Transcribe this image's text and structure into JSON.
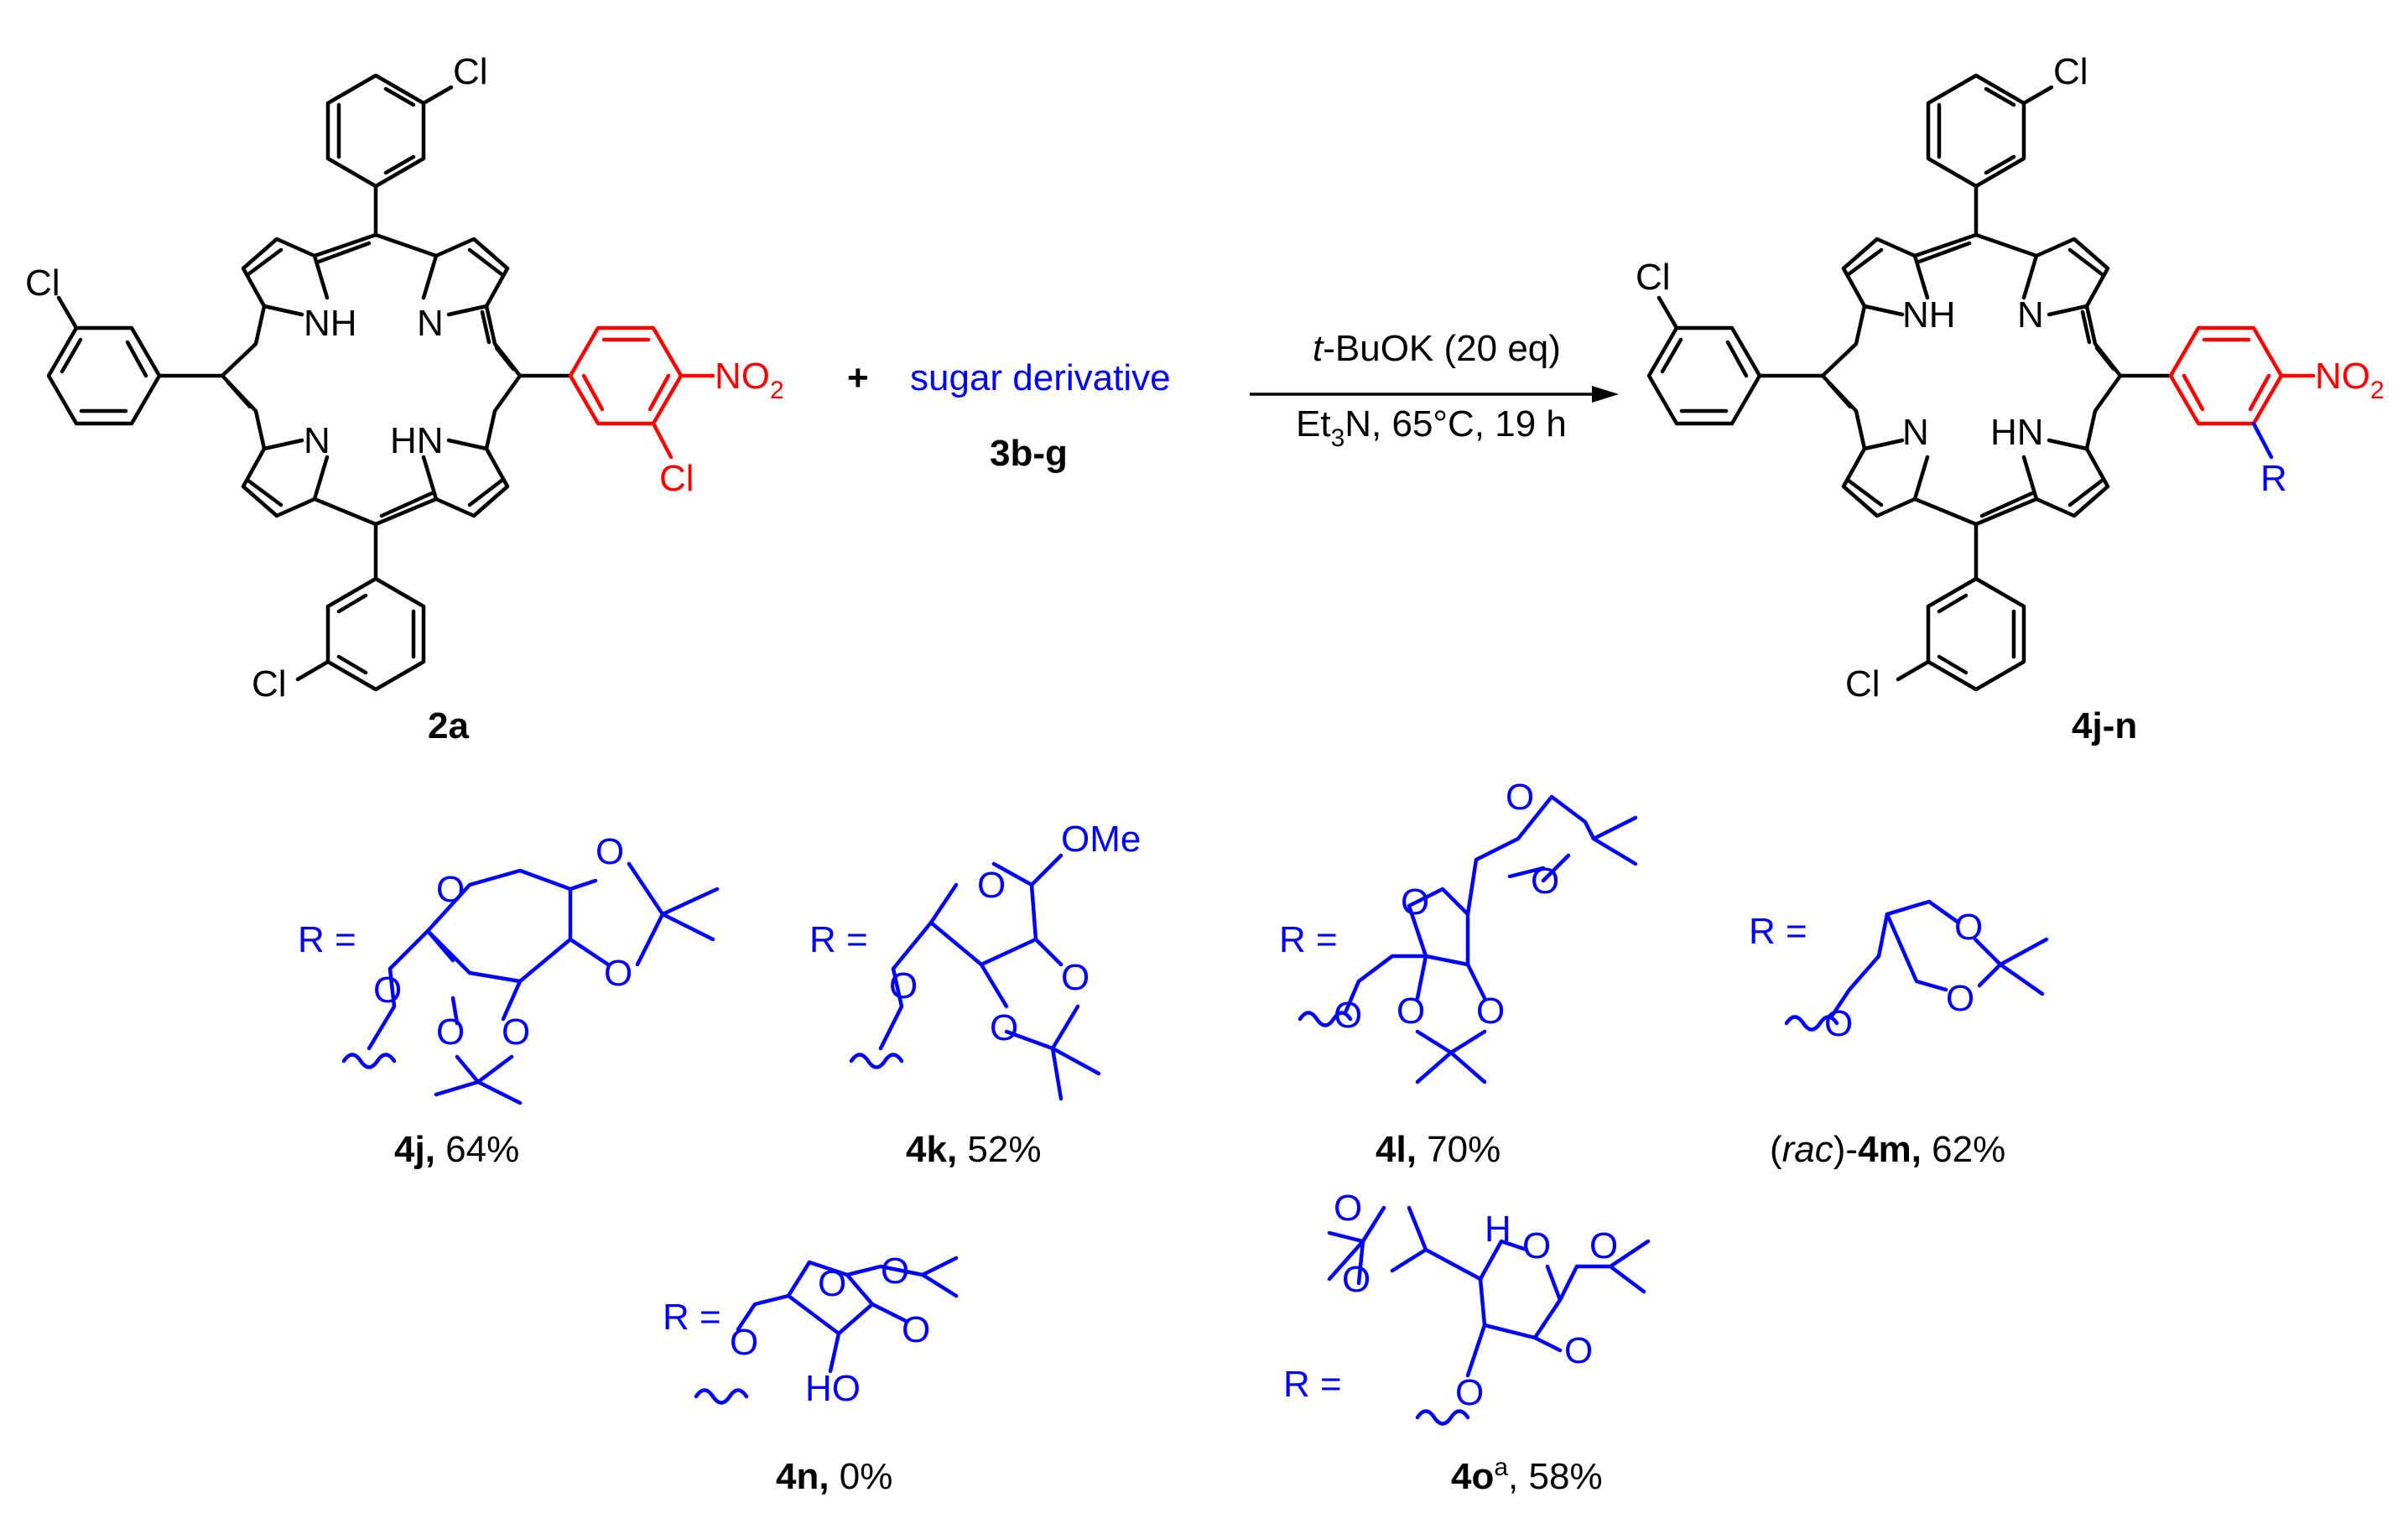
{
  "colors": {
    "black": "#000000",
    "red": "#ff0000",
    "blue": "#0000ff"
  },
  "reactant": {
    "label": "2a",
    "cl": "Cl",
    "nh": "NH",
    "n": "N",
    "hn": "HN",
    "no2_main": "NO",
    "no2_sub": "2"
  },
  "plus": "+",
  "reagent": {
    "name": "sugar derivative",
    "label": "3b-g"
  },
  "conditions": {
    "line1_italic": "t",
    "line1_rest": "-BuOK (20 eq)",
    "line2_a": "Et",
    "line2_sub": "3",
    "line2_b": "N, 65°C, 19 h"
  },
  "product": {
    "label": "4j-n",
    "r": "R"
  },
  "substituents": [
    {
      "r_eq": "R =",
      "bold": "4j,",
      "rest": " 64%",
      "atoms": [
        "O",
        "O",
        "O",
        "O",
        "O",
        "O"
      ]
    },
    {
      "r_eq": "R =",
      "bold": "4k,",
      "rest": " 52%",
      "atoms": [
        "O",
        "O",
        "O",
        "O",
        "OMe"
      ]
    },
    {
      "r_eq": "R =",
      "bold": "4l,",
      "rest": " 70%",
      "atoms": [
        "O",
        "O",
        "O",
        "O",
        "O",
        "O"
      ]
    },
    {
      "r_eq": "R =",
      "pre": "(",
      "italic": "rac",
      "pre2": ")-",
      "bold": "4m,",
      "rest": " 62%",
      "atoms": [
        "O",
        "O",
        "O"
      ]
    },
    {
      "r_eq": "R =",
      "bold": "4n,",
      "rest": " 0%",
      "atoms": [
        "O",
        "O",
        "O",
        "O",
        "HO"
      ]
    },
    {
      "r_eq": "R =",
      "bold": "4o",
      "sup": "a",
      "rest": ", 58%",
      "atoms": [
        "O",
        "O",
        "O",
        "O",
        "O",
        "O",
        "H"
      ]
    }
  ]
}
